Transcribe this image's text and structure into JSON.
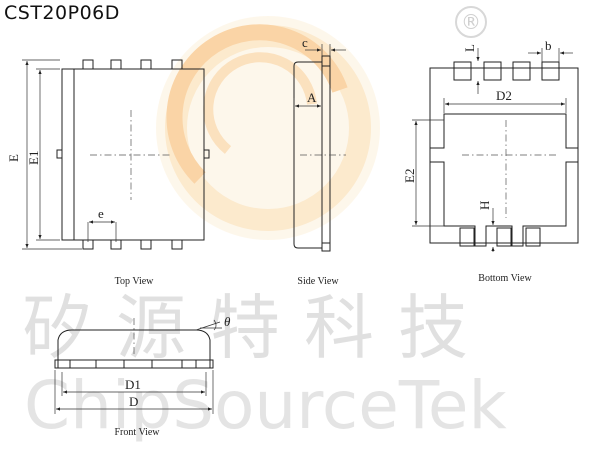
{
  "part_number": "CST20P06D",
  "registered_mark": "®",
  "watermark": {
    "chinese": "矽源特科技",
    "english": "ChipSourceTek"
  },
  "views": {
    "top": "Top View",
    "side": "Side View",
    "bottom": "Bottom View",
    "front": "Front View"
  },
  "dimensions": {
    "E": "E",
    "E1": "E1",
    "e": "e",
    "c": "c",
    "A": "A",
    "L": "L",
    "b": "b",
    "D2": "D2",
    "E2": "E2",
    "H": "H",
    "theta": "θ",
    "D1": "D1",
    "D": "D"
  },
  "colors": {
    "logo_orange": "#f39b2c",
    "logo_light": "#fbe3b8",
    "watermark_gray": "#c0c0c0"
  }
}
